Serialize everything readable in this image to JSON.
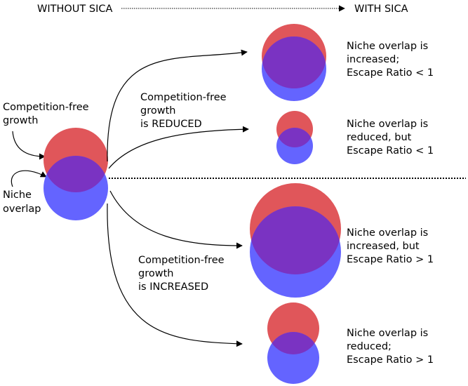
{
  "header": {
    "left_label": "WITHOUT SICA",
    "right_label": "WITH SICA"
  },
  "baseline_labels": {
    "growth": [
      "Competition-free",
      "growth"
    ],
    "overlap": [
      "Niche",
      "overlap"
    ]
  },
  "branch_labels": {
    "reduced": [
      "Competition-free",
      "growth",
      "is REDUCED"
    ],
    "increased": [
      "Competition-free",
      "growth",
      "is INCREASED"
    ]
  },
  "scenarios": [
    {
      "id": "reduced-growth-increased-overlap",
      "caption": [
        "Niche overlap is",
        "increased;",
        "Escape Ratio < 1"
      ]
    },
    {
      "id": "reduced-growth-reduced-overlap",
      "caption": [
        "Niche overlap is",
        "reduced, but",
        "Escape Ratio < 1"
      ]
    },
    {
      "id": "increased-growth-increased-overlap",
      "caption": [
        "Niche overlap is",
        "increased, but",
        "Escape Ratio > 1"
      ]
    },
    {
      "id": "increased-growth-reduced-overlap",
      "caption": [
        "Niche overlap is",
        "reduced;",
        "Escape Ratio > 1"
      ]
    }
  ],
  "colors": {
    "growth_circle": "#e0565a",
    "overlap_circle": "#6464ff",
    "intersection": "#7a33c2",
    "line": "#000000"
  }
}
